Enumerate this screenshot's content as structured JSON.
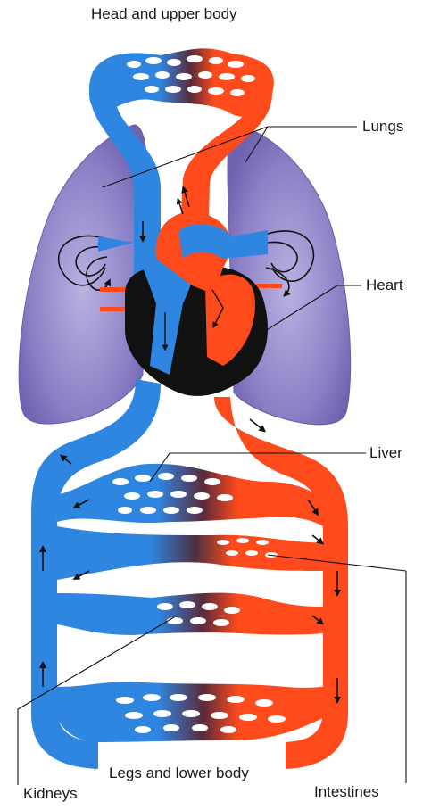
{
  "labels": {
    "head": "Head and upper body",
    "lungs": "Lungs",
    "heart": "Heart",
    "liver": "Liver",
    "legs": "Legs and lower body",
    "kidneys": "Kidneys",
    "intestines": "Intestines"
  },
  "colors": {
    "deoxygenated": "#2f86e0",
    "oxygenated": "#ff4a1c",
    "lung_tissue": "#8e7ec2",
    "heart_wall": "#111111",
    "outline": "#151515"
  }
}
